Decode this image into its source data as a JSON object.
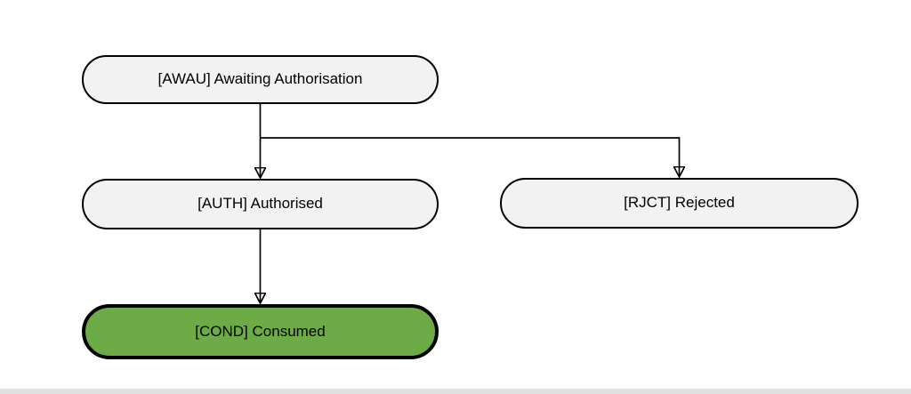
{
  "diagram": {
    "type": "state-diagram",
    "nodes": [
      {
        "id": "awau",
        "label": "[AWAU] Awaiting Authorisation",
        "fill": "#f2f2f2",
        "emphasis": false
      },
      {
        "id": "auth",
        "label": "[AUTH] Authorised",
        "fill": "#f2f2f2",
        "emphasis": false
      },
      {
        "id": "rjct",
        "label": "[RJCT] Rejected",
        "fill": "#f2f2f2",
        "emphasis": false
      },
      {
        "id": "cond",
        "label": "[COND] Consumed",
        "fill": "#6cab45",
        "emphasis": true
      }
    ],
    "edges": [
      {
        "from": "awau",
        "to": "auth"
      },
      {
        "from": "awau",
        "to": "rjct"
      },
      {
        "from": "auth",
        "to": "cond"
      }
    ],
    "colors": {
      "node_fill": "#f2f2f2",
      "active_fill": "#6cab45",
      "border": "#000000",
      "line": "#000000",
      "text": "#000000",
      "bottom_bar": "#e0e0e0",
      "background": "#ffffff"
    }
  }
}
